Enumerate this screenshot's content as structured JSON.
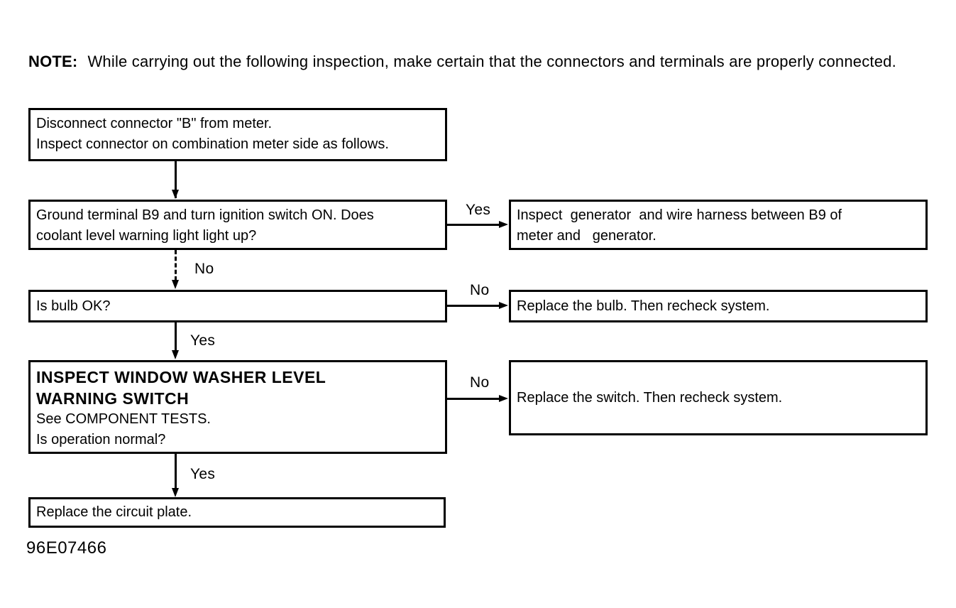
{
  "note": {
    "label": "NOTE:",
    "text": "While carrying out the following inspection, make certain that the connectors and terminals are properly connected."
  },
  "boxes": {
    "step1": {
      "line1": "Disconnect connector \"B\" from meter.",
      "line2": "Inspect connector on combination meter side as follows."
    },
    "step2": {
      "line1": "Ground terminal B9 and turn ignition switch ON. Does",
      "line2": "coolant level warning light light up?"
    },
    "step3": {
      "line1": "Is bulb OK?"
    },
    "step4": {
      "heading1": "INSPECT WINDOW WASHER LEVEL",
      "heading2": "WARNING SWITCH",
      "line1": "See COMPONENT TESTS.",
      "line2": "Is operation normal?"
    },
    "step5": {
      "line1": "Replace the circuit plate."
    },
    "result1": {
      "line1": "Inspect  generator  and wire harness between B9 of",
      "line2": "meter and   generator."
    },
    "result2": {
      "line1": "Replace the bulb. Then recheck system."
    },
    "result3": {
      "line1": "Replace the switch. Then recheck system."
    }
  },
  "labels": {
    "yes_branch1": "Yes",
    "no_down1": "No",
    "no_branch2": "No",
    "yes_down2": "Yes",
    "no_branch3": "No",
    "yes_down3": "Yes"
  },
  "figure_id": "96E07466",
  "colors": {
    "ink": "#000000",
    "paper": "#ffffff"
  }
}
